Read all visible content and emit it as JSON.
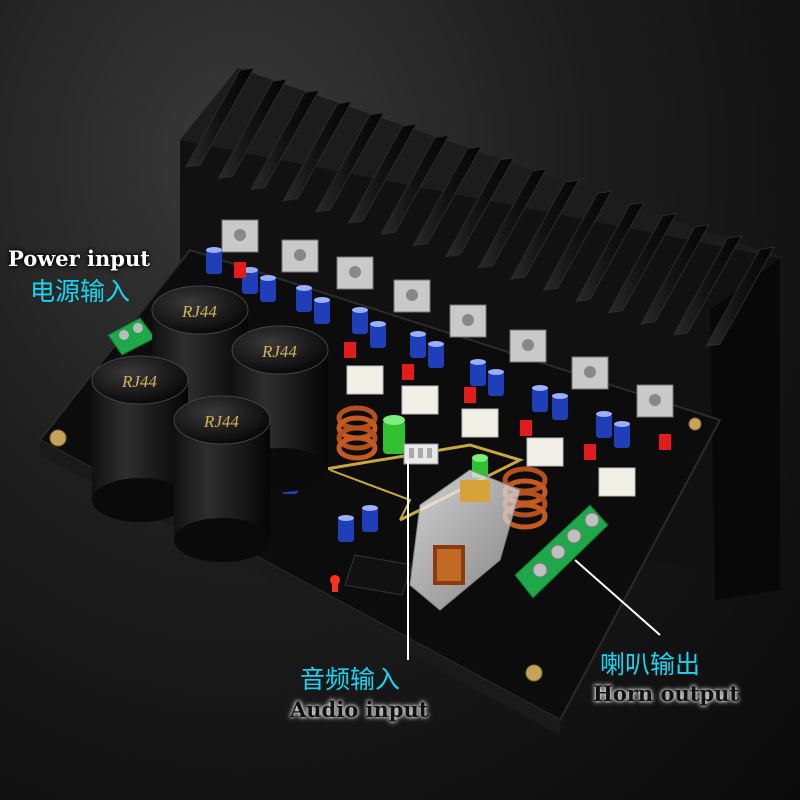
{
  "labels": {
    "power_input_en": "Power input",
    "power_input_cn": "电源输入",
    "audio_input_cn": "音频输入",
    "audio_input_en": "Audio input",
    "horn_output_cn": "喇叭输出",
    "horn_output_en": "Horn output"
  },
  "capacitors": {
    "label": "RJ44"
  },
  "colors": {
    "label_cyan": "#19d4f0",
    "pcb": "#0c0c0c",
    "heatsink": "#151515",
    "capacitor_gold": "#d4b25a",
    "terminal_green": "#1fa84a"
  }
}
